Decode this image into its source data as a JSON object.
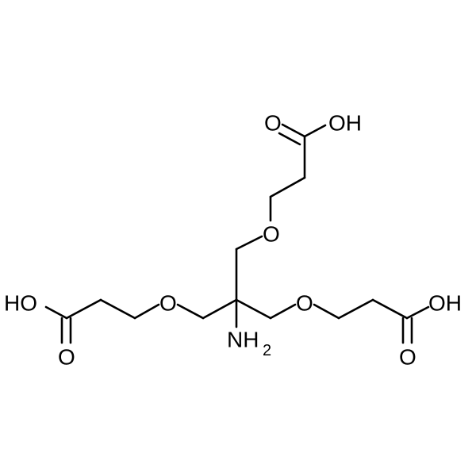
{
  "structure": {
    "labels": {
      "top_carbonyl_o": "O",
      "top_hydroxyl": "OH",
      "top_ether_o": "O",
      "left_hydroxyl": "HO",
      "left_ether_o": "O",
      "left_carbonyl_o": "O",
      "right_ether_o": "O",
      "right_hydroxyl": "OH",
      "right_carbonyl_o": "O",
      "amine_n": "NH",
      "amine_subscript": "2"
    }
  }
}
